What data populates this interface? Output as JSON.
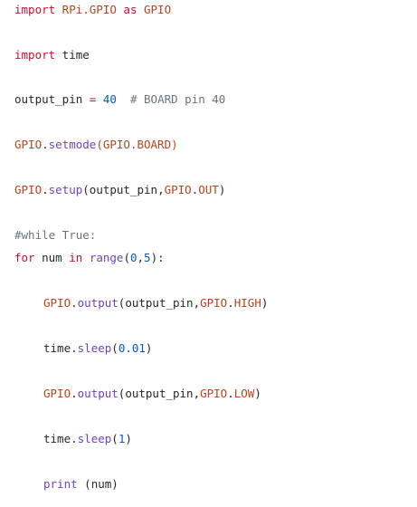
{
  "code_lines": [
    {
      "tokens": [
        {
          "t": "import",
          "c": "kw"
        },
        {
          "t": " RPi.GPIO ",
          "c": "mod"
        },
        {
          "t": "as",
          "c": "kw"
        },
        {
          "t": " GPIO",
          "c": "mod"
        }
      ]
    },
    {
      "tokens": [
        {
          "t": "import",
          "c": "kw"
        },
        {
          "t": " time",
          "c": "pl"
        }
      ]
    },
    {
      "tokens": [
        {
          "t": "output_pin ",
          "c": "pl"
        },
        {
          "t": "=",
          "c": "kw"
        },
        {
          "t": " ",
          "c": "pl"
        },
        {
          "t": "40",
          "c": "num"
        },
        {
          "t": "  # BOARD pin 40",
          "c": "cm"
        }
      ]
    },
    {
      "tokens": [
        {
          "t": "GPIO",
          "c": "mod"
        },
        {
          "t": ".",
          "c": "pl"
        },
        {
          "t": "setmode",
          "c": "fn"
        },
        {
          "t": "(GPIO.BOARD)",
          "c": "mod"
        }
      ]
    },
    {
      "tokens": [
        {
          "t": "GPIO",
          "c": "mod"
        },
        {
          "t": ".",
          "c": "pl"
        },
        {
          "t": "setup",
          "c": "fn"
        },
        {
          "t": "(output_pin,",
          "c": "pl"
        },
        {
          "t": "GPIO",
          "c": "mod"
        },
        {
          "t": ".",
          "c": "pl"
        },
        {
          "t": "OUT",
          "c": "mod"
        },
        {
          "t": ")",
          "c": "pl"
        }
      ]
    },
    {
      "tokens": [
        {
          "t": "#while True:",
          "c": "cm"
        }
      ]
    },
    {
      "tokens": [
        {
          "t": "for",
          "c": "kw"
        },
        {
          "t": " num ",
          "c": "pl"
        },
        {
          "t": "in",
          "c": "kw"
        },
        {
          "t": " ",
          "c": "pl"
        },
        {
          "t": "range",
          "c": "fn"
        },
        {
          "t": "(",
          "c": "pl"
        },
        {
          "t": "0",
          "c": "num"
        },
        {
          "t": ",",
          "c": "pl"
        },
        {
          "t": "5",
          "c": "num"
        },
        {
          "t": "):",
          "c": "pl"
        }
      ]
    },
    {
      "tokens": [
        {
          "t": "GPIO",
          "c": "mod"
        },
        {
          "t": ".",
          "c": "pl"
        },
        {
          "t": "output",
          "c": "fn"
        },
        {
          "t": "(output_pin,",
          "c": "pl"
        },
        {
          "t": "GPIO",
          "c": "mod"
        },
        {
          "t": ".",
          "c": "pl"
        },
        {
          "t": "HIGH",
          "c": "mod"
        },
        {
          "t": ")",
          "c": "pl"
        }
      ]
    },
    {
      "tokens": [
        {
          "t": "time",
          "c": "pl"
        },
        {
          "t": ".",
          "c": "pl"
        },
        {
          "t": "sleep",
          "c": "fn"
        },
        {
          "t": "(",
          "c": "pl"
        },
        {
          "t": "0.01",
          "c": "num"
        },
        {
          "t": ")",
          "c": "pl"
        }
      ]
    },
    {
      "tokens": [
        {
          "t": "GPIO",
          "c": "mod"
        },
        {
          "t": ".",
          "c": "pl"
        },
        {
          "t": "output",
          "c": "fn"
        },
        {
          "t": "(output_pin,",
          "c": "pl"
        },
        {
          "t": "GPIO",
          "c": "mod"
        },
        {
          "t": ".",
          "c": "pl"
        },
        {
          "t": "LOW",
          "c": "mod"
        },
        {
          "t": ")",
          "c": "pl"
        }
      ]
    },
    {
      "tokens": [
        {
          "t": "time",
          "c": "pl"
        },
        {
          "t": ".",
          "c": "pl"
        },
        {
          "t": "sleep",
          "c": "fn"
        },
        {
          "t": "(",
          "c": "pl"
        },
        {
          "t": "1",
          "c": "num"
        },
        {
          "t": ")",
          "c": "pl"
        }
      ]
    },
    {
      "tokens": [
        {
          "t": "print",
          "c": "fn"
        },
        {
          "t": " (num)",
          "c": "pl"
        }
      ]
    }
  ]
}
